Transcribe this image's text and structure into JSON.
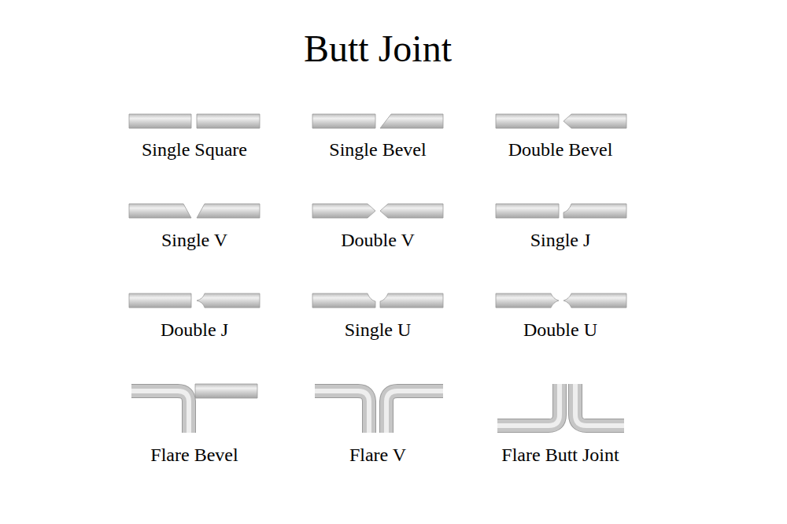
{
  "diagram": {
    "title": "Butt Joint",
    "labels": [
      "Single Square",
      "Single Bevel",
      "Double Bevel",
      "Single V",
      "Double V",
      "Single J",
      "Double J",
      "Single U",
      "Double U",
      "Flare Bevel",
      "Flare V",
      "Flare Butt Joint"
    ]
  }
}
